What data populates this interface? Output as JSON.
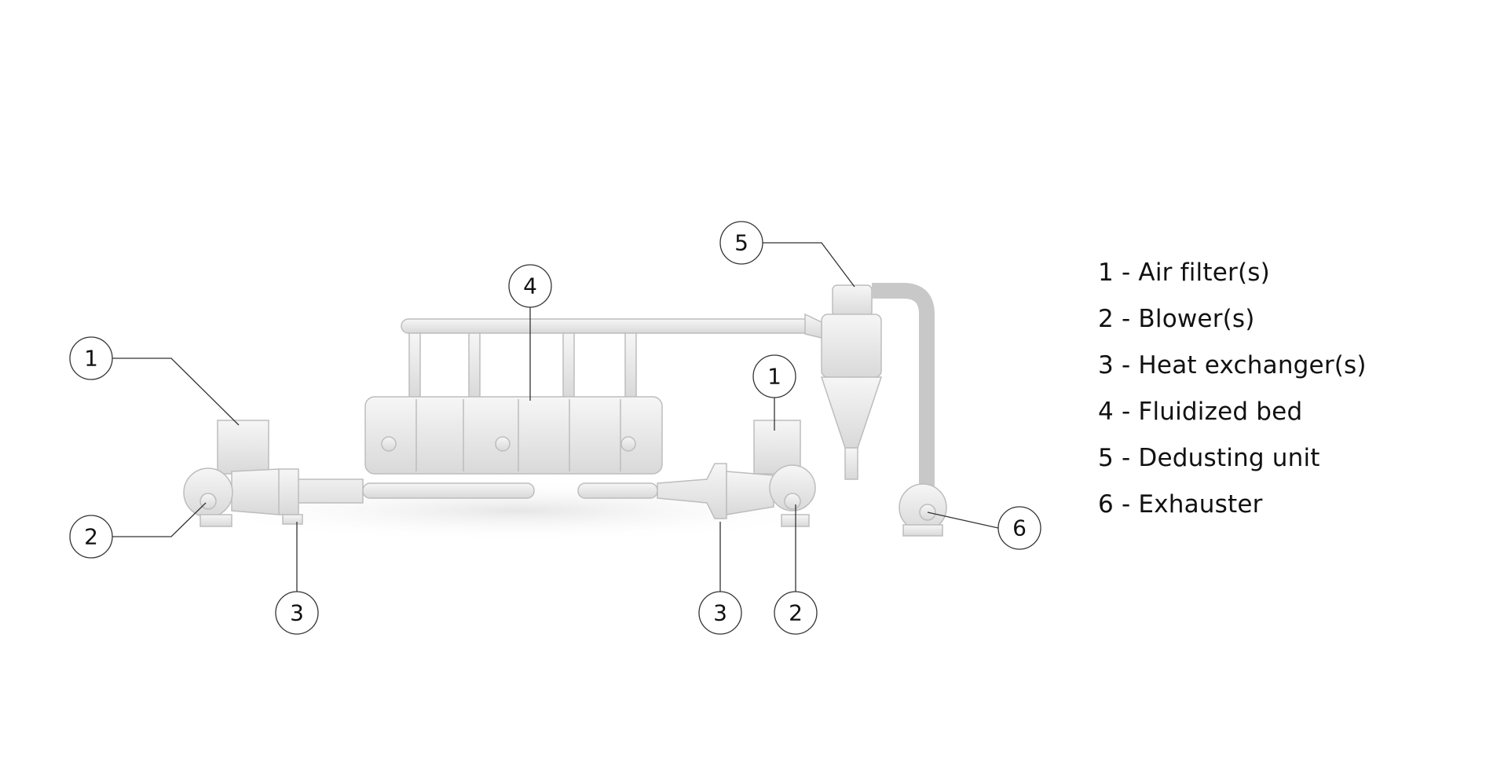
{
  "callouts": {
    "air_filter_left": "1",
    "blower_left": "2",
    "heat_exchanger_left": "3",
    "fluidized_bed": "4",
    "dedusting_unit": "5",
    "air_filter_right": "1",
    "heat_exchanger_right": "3",
    "blower_right": "2",
    "exhauster": "6"
  },
  "legend": [
    {
      "label": "1 - Air filter(s)"
    },
    {
      "label": "2 - Blower(s)"
    },
    {
      "label": "3 - Heat exchanger(s)"
    },
    {
      "label": "4 - Fluidized bed"
    },
    {
      "label": "5 - Dedusting unit"
    },
    {
      "label": "6 - Exhauster"
    }
  ],
  "colors": {
    "machine": "#ececec",
    "machine_edge": "#bdbdbd",
    "line": "#333333"
  }
}
